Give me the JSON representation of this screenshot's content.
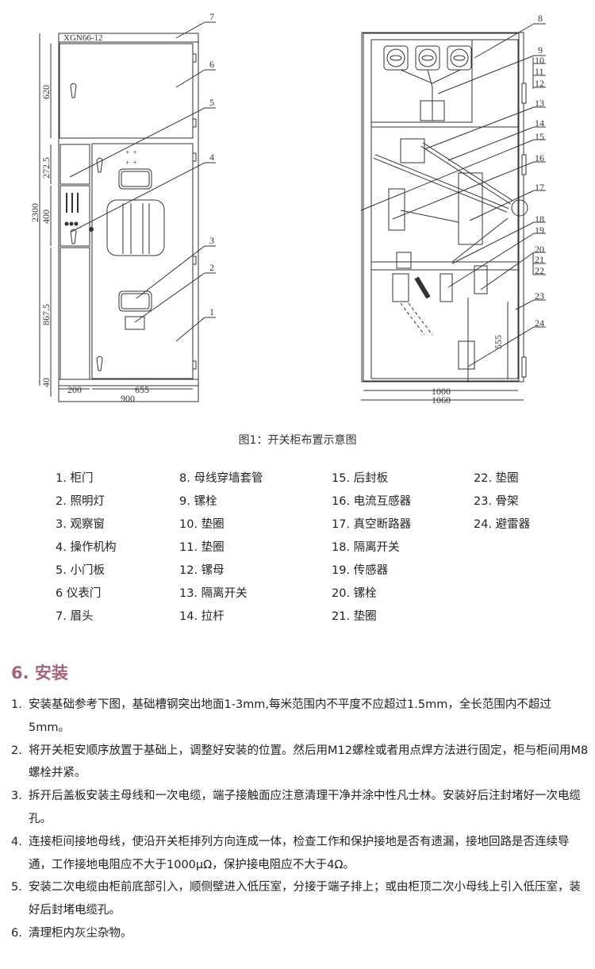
{
  "figure": {
    "caption": "图1：开关柜布置示意图",
    "front_view": {
      "model": "XGN66-12",
      "dims": {
        "total_height": "2300",
        "top": "620",
        "small_door": "272.5",
        "instrument": "400",
        "lower": "867.5",
        "base": "40",
        "left_width": "200",
        "door_width": "655",
        "total_width": "900"
      },
      "callouts": [
        "1",
        "2",
        "3",
        "4",
        "5",
        "6",
        "7"
      ]
    },
    "side_view": {
      "dims": {
        "height_555": "555",
        "inner_width": "1000",
        "total_width": "1060"
      },
      "callouts": [
        "8",
        "9",
        "10",
        "11",
        "12",
        "13",
        "14",
        "15",
        "16",
        "17",
        "18",
        "19",
        "20",
        "21",
        "22",
        "23",
        "24"
      ]
    }
  },
  "legend": {
    "columns": [
      [
        "1.  柜门",
        "2.  照明灯",
        "3.  观察窗",
        "4.  操作机构",
        "5.  小门板",
        "6   仪表门",
        "7.  眉头"
      ],
      [
        "8.  母线穿墙套管",
        "9.  镙栓",
        "10. 垫圈",
        "11. 垫圈",
        "12. 镙母",
        "13. 隔离开关",
        "14. 拉杆"
      ],
      [
        "15. 后封板",
        "16. 电流互感器",
        "17. 真空断路器",
        "18. 隔离开关",
        "19. 传感器",
        "20. 镙栓",
        "21. 垫圈"
      ],
      [
        "22. 垫圈",
        "23. 骨架",
        "24. 避雷器"
      ]
    ]
  },
  "section": {
    "heading": "6. 安装",
    "heading_color": "#a3647e",
    "steps": [
      {
        "num": "1.",
        "text": "安装基础参考下图，基础槽钢突出地面1-3mm,每米范围内不平度不应超过1.5mm，全长范围内不超过5mm。"
      },
      {
        "num": "2.",
        "text": "将开关柜安顺序放置于基础上，调整好安装的位置。然后用M12螺栓或者用点焊方法进行固定，柜与柜间用M8螺栓并紧。"
      },
      {
        "num": "3.",
        "text": "拆开后盖板安装主母线和一次电缆，端子接触面应注意清理干净并涂中性凡士林。安装好后注封堵好一次电缆孔。"
      },
      {
        "num": "4.",
        "text": "连接柜间接地母线，使沿开关柜排列方向连成一体，检查工作和保护接地是否有遗漏，接地回路是否连续导通，工作接地电阻应不大于1000μΩ，保护接电阻应不大于4Ω。"
      },
      {
        "num": "5.",
        "text": "安装二次电缆由柜前底部引入，顺侧壁进入低压室，分接于端子排上；或由柜顶二次小母线上引入低压室，装好后封堵电缆孔。"
      },
      {
        "num": "6.",
        "text": "清理柜内灰尘杂物。"
      }
    ]
  }
}
